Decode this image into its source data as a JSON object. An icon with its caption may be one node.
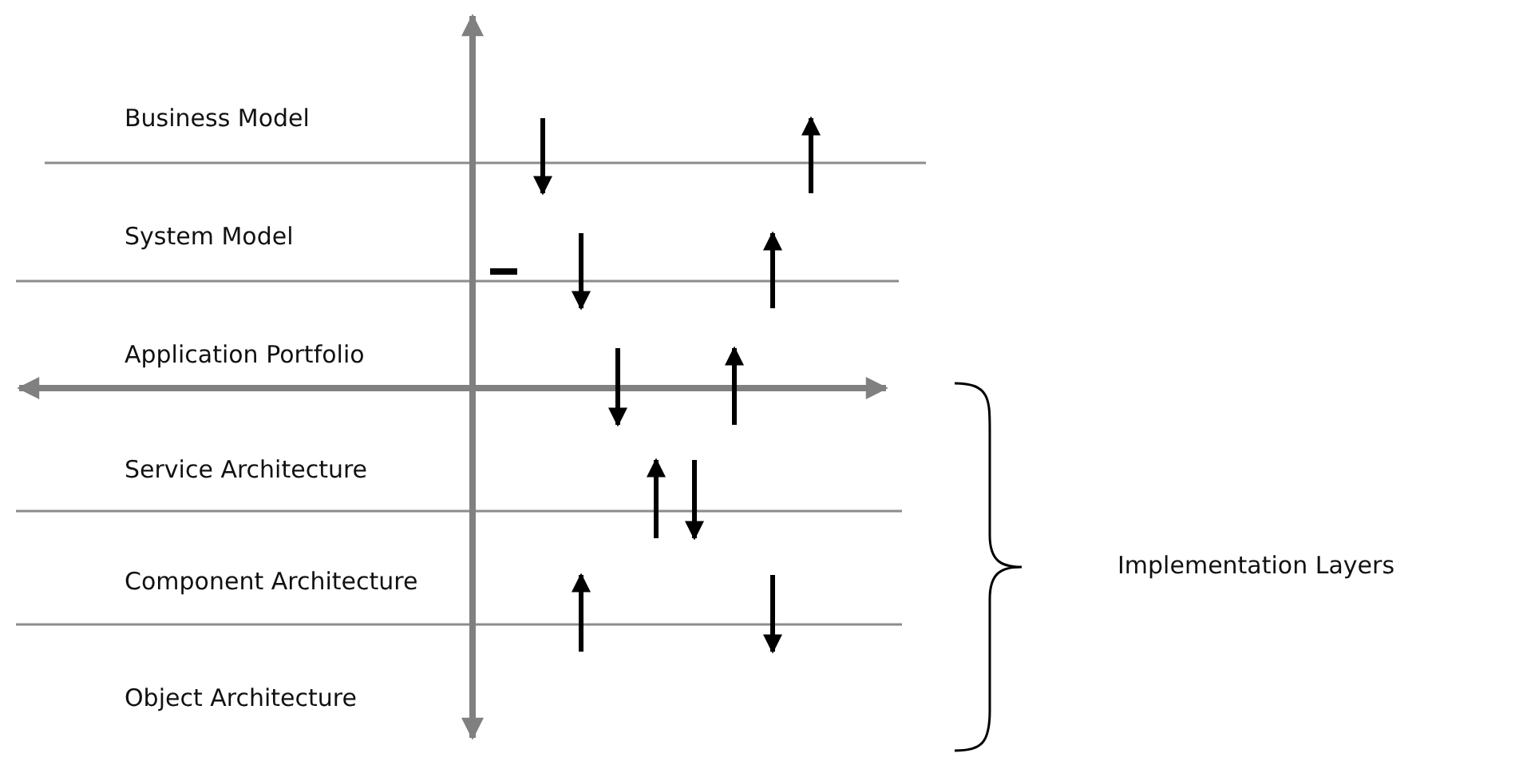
{
  "diagram": {
    "labels": [
      "Business Model",
      "System Model",
      "Application Portfolio",
      "Service Architecture",
      "Component Architecture",
      "Object Architecture",
      "Implementation Layers"
    ]
  }
}
